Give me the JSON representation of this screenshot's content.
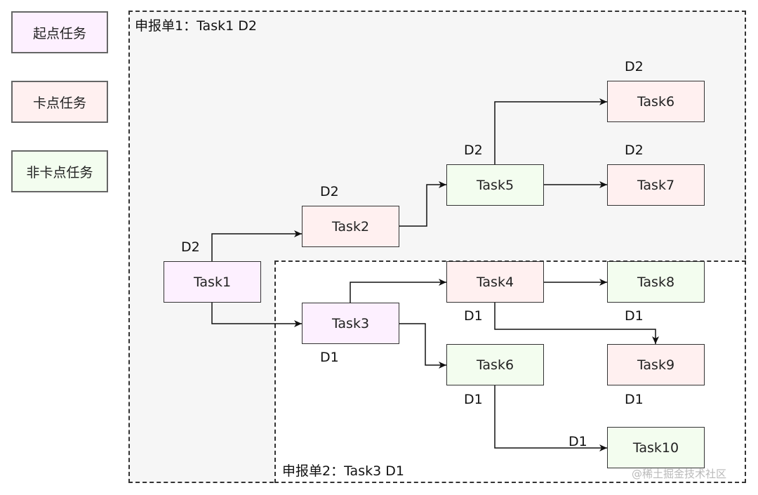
{
  "legend": {
    "start": {
      "label": "起点任务",
      "fill": "#fdf0ff"
    },
    "blocking": {
      "label": "卡点任务",
      "fill": "#fff0f0"
    },
    "non_blocking": {
      "label": "非卡点任务",
      "fill": "#f3fdef"
    }
  },
  "regions": {
    "form1": {
      "label": "申报单1：Task1  D2",
      "fill": "#f6f6f6"
    },
    "form2": {
      "label": "申报单2：Task3  D1"
    }
  },
  "nodes": {
    "task1": "Task1",
    "task2": "Task2",
    "task3": "Task3",
    "task4": "Task4",
    "task5": "Task5",
    "task6_top": "Task6",
    "task6_mid": "Task6",
    "task7": "Task7",
    "task8": "Task8",
    "task9": "Task9",
    "task10": "Task10"
  },
  "tags": {
    "task1": "D2",
    "task2": "D2",
    "task5": "D2",
    "task6_top": "D2",
    "task7": "D2",
    "task3": "D1",
    "task4": "D1",
    "task8": "D1",
    "task6_mid": "D1",
    "task9": "D1",
    "task10": "D1"
  },
  "watermark": "@稀土掘金技术社区"
}
